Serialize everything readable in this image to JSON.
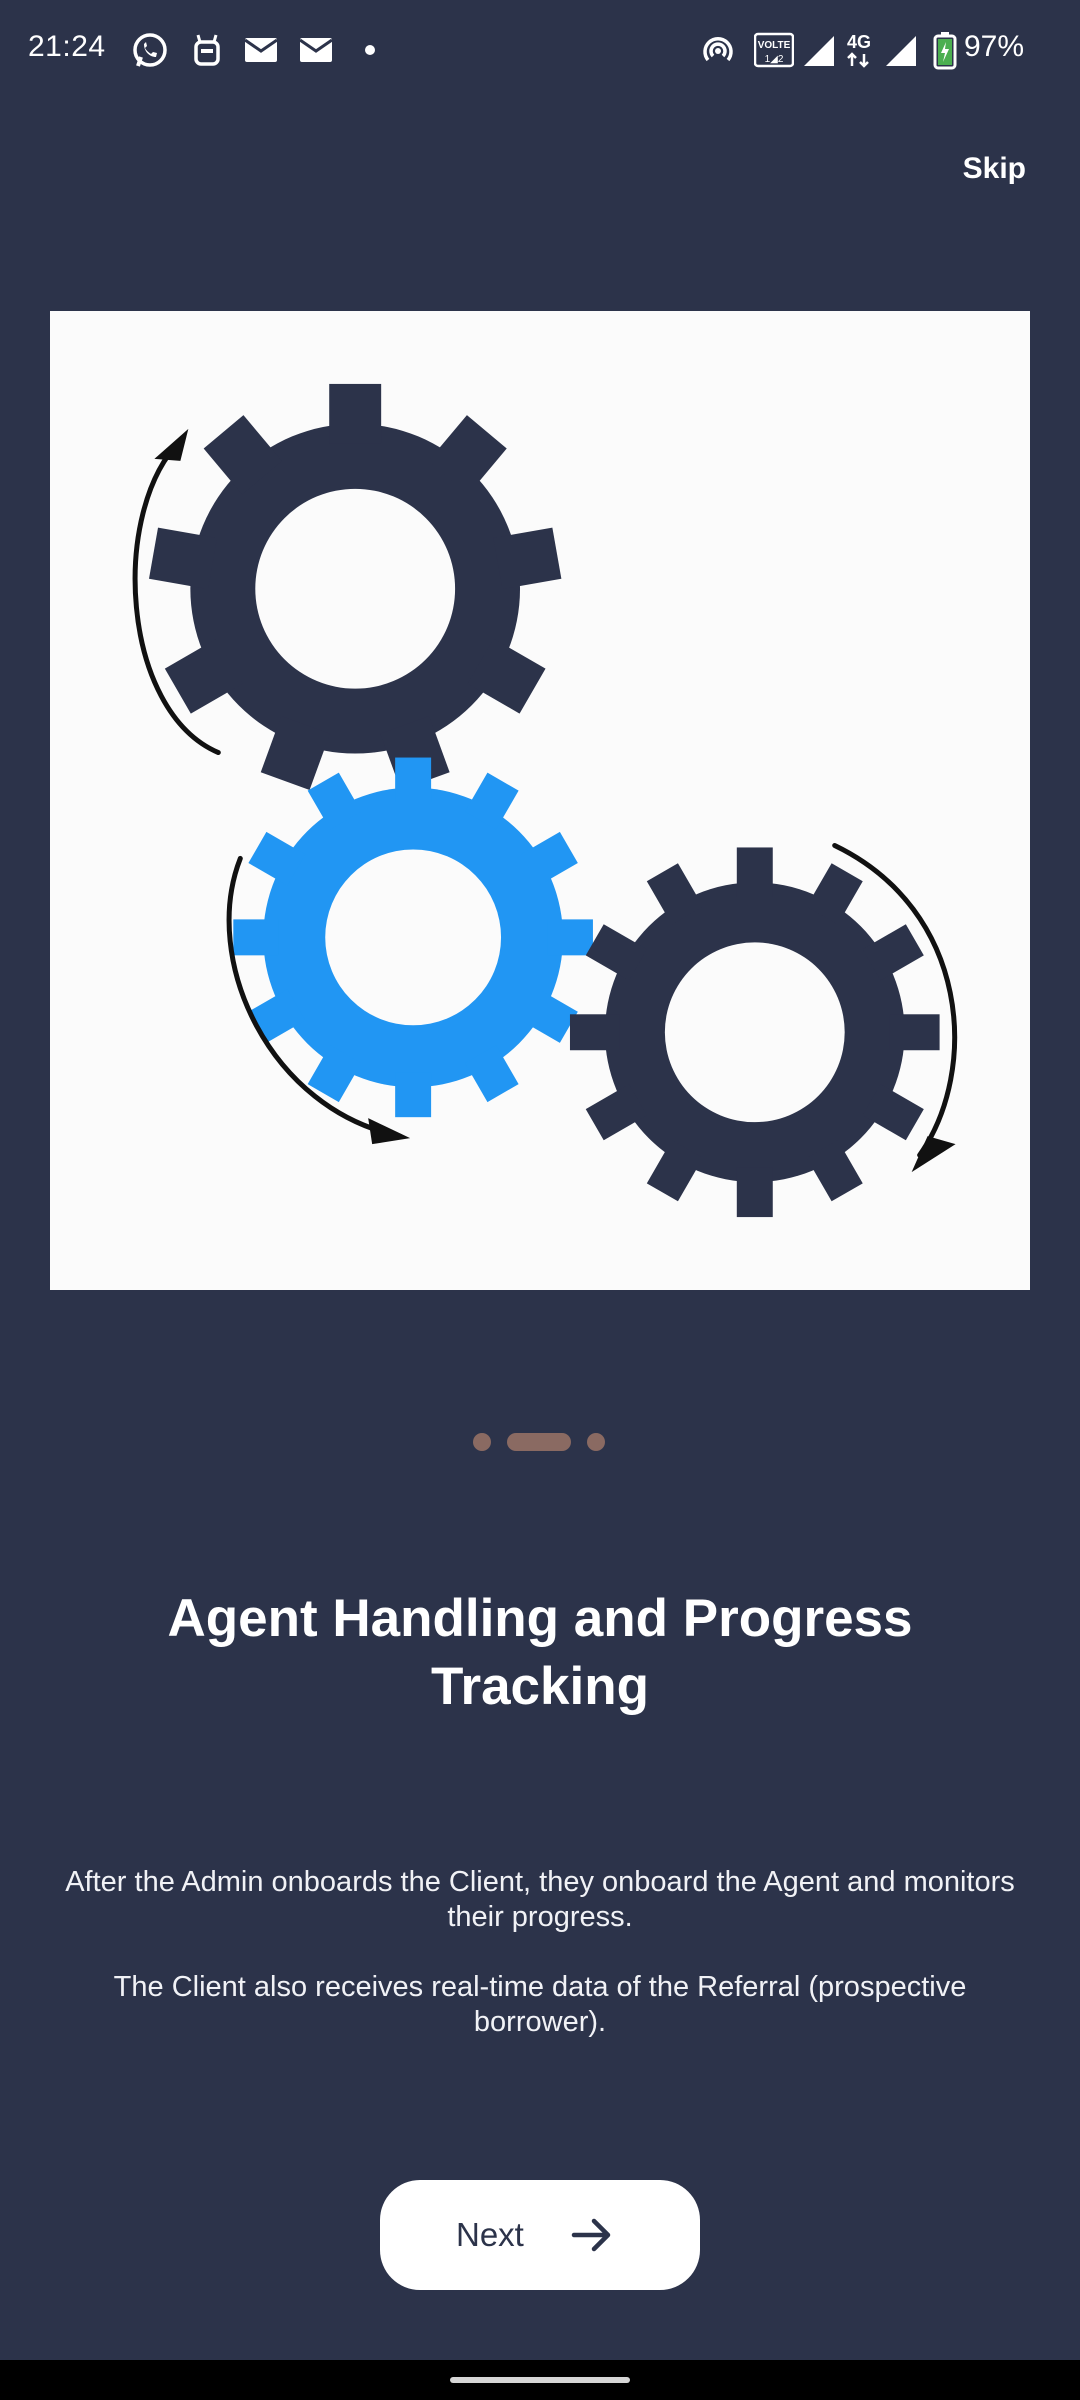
{
  "status_bar": {
    "time": "21:24",
    "left_icons": [
      "whatsapp-icon",
      "robot-app-icon",
      "mail-icon",
      "mail-icon",
      "more-notifications-dot"
    ],
    "right_icons": [
      "hotspot-icon",
      "volte-icon",
      "signal-icon",
      "4g-icon",
      "signal-icon",
      "battery-charging-icon"
    ],
    "volte_label": "VOLTE",
    "network_label": "4G",
    "battery": "97%"
  },
  "header": {
    "skip_label": "Skip"
  },
  "illustration": {
    "description_icon": "gears-illustration",
    "colors": {
      "gear_dark": "#2c334a",
      "gear_blue": "#2196f3",
      "arrow": "#111111",
      "background": "#fbfbfb"
    }
  },
  "pager": {
    "count": 3,
    "active_index": 1,
    "color": "#8a6a62"
  },
  "content": {
    "title": "Agent Handling and Progress Tracking",
    "paragraph_1": "After the Admin onboards the Client, they onboard the Agent and monitors their progress.",
    "paragraph_2": "The Client also receives real-time data of the Referral (prospective borrower)."
  },
  "next_button": {
    "label": "Next",
    "icon": "arrow-right-icon"
  },
  "theme": {
    "background": "#2c334a",
    "text": "#ffffff"
  }
}
